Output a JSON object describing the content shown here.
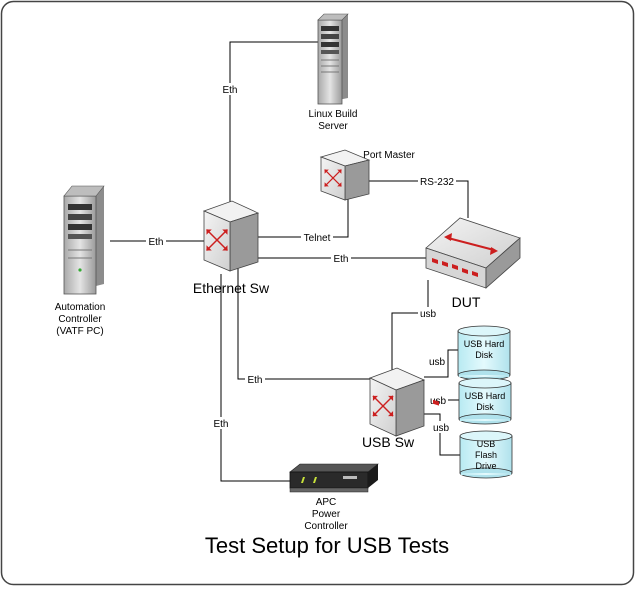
{
  "title": "Test Setup for USB Tests",
  "nodes": {
    "linux_server": [
      "Linux Build",
      "Server"
    ],
    "port_master": "Port Master",
    "automation_controller": [
      "Automation",
      "Controller",
      "(VATF PC)"
    ],
    "ethernet_switch": "Ethernet Sw",
    "dut": "DUT",
    "usb_switch": "USB Sw",
    "apc": [
      "APC",
      "Power",
      "Controller"
    ],
    "usb_disk_1": [
      "USB Hard",
      "Disk"
    ],
    "usb_disk_2": [
      "USB Hard",
      "Disk"
    ],
    "usb_flash": [
      "USB",
      "Flash",
      "Drive"
    ]
  },
  "links": {
    "eth_linux": "Eth",
    "eth_controller": "Eth",
    "telnet": "Telnet",
    "rs232": "RS-232",
    "eth_dut": "Eth",
    "usb_dut": "usb",
    "eth_usbsw": "Eth",
    "eth_apc": "Eth",
    "usb_disk_1": "usb",
    "usb_disk_2": "usb",
    "usb_flash": "usb"
  },
  "colors": {
    "switch_face": "#e6e6e6",
    "switch_arrow": "#cc1f1f",
    "disk_fill": "#ccf2f7",
    "server_body": "#c8c8c8"
  }
}
